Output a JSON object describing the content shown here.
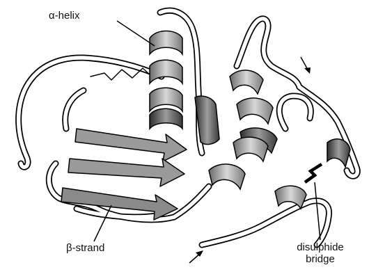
{
  "labels": {
    "alpha_helix": "α-helix",
    "beta_strand": "β-strand",
    "disulphide_line1": "disulphide",
    "disulphide_line2": "bridge"
  },
  "colors": {
    "helix_fill": "#b8b8b8",
    "helix_dark": "#4a4a4a",
    "strand_fill": "#9a9a9a",
    "coil_fill": "#ffffff",
    "outline": "#000000",
    "disulphide": "#000000"
  }
}
